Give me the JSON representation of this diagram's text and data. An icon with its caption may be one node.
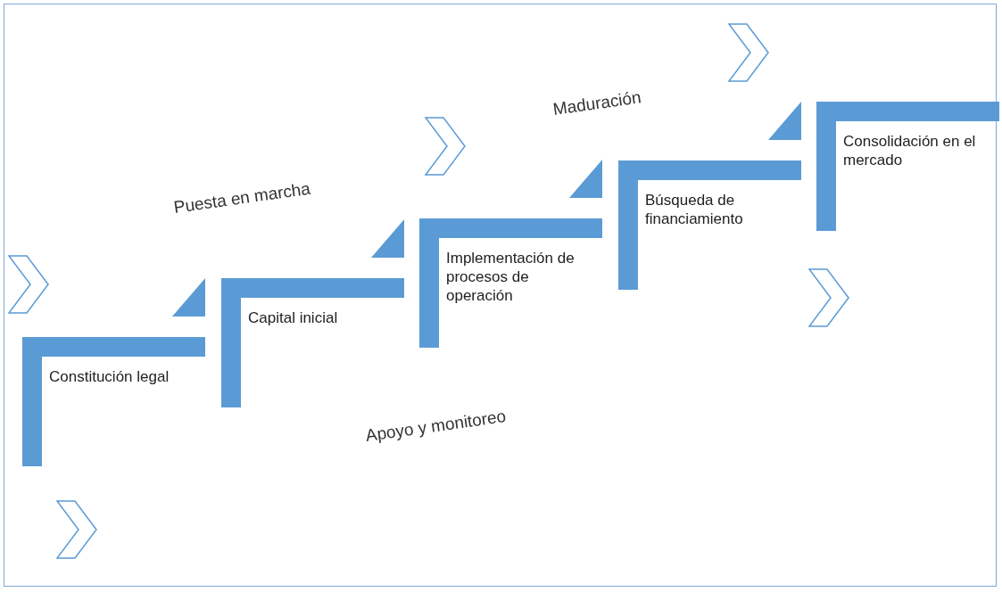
{
  "diagram": {
    "nodes": [
      {
        "text": [
          "Constitución legal"
        ]
      },
      {
        "text": [
          "Capital inicial"
        ]
      },
      {
        "text": [
          "Implementación de procesos de operación"
        ]
      },
      {
        "text": [
          "Búsqueda de financiamiento"
        ]
      },
      {
        "text": [
          "Consolidación en el mercado"
        ]
      }
    ],
    "labels": [
      "Maduración",
      "Puesta en marcha",
      "Apoyo y monitoreo"
    ]
  }
}
